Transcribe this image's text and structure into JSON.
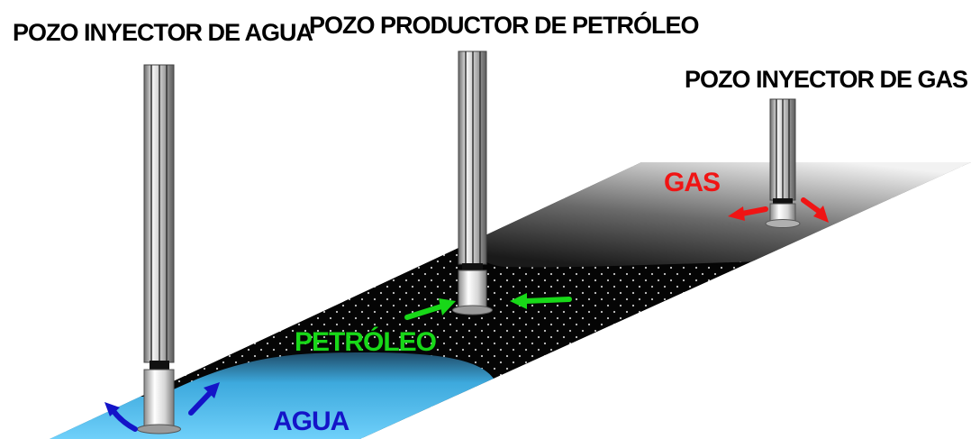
{
  "labels": {
    "water_injector_well": "POZO INYECTOR DE AGUA",
    "oil_producer_well": "POZO PRODUCTOR DE PETRÓLEO",
    "gas_injector_well": "POZO INYECTOR DE GAS",
    "gas_zone": "GAS",
    "oil_zone": "PETRÓLEO",
    "water_zone": "AGUA"
  },
  "colors": {
    "water": "#5ec6f5",
    "oil": "#050505",
    "gas": "#6f6f6f",
    "water_arrow": "#1414c8",
    "oil_arrow": "#18d818",
    "gas_arrow": "#f01414",
    "title_text": "#000000"
  }
}
